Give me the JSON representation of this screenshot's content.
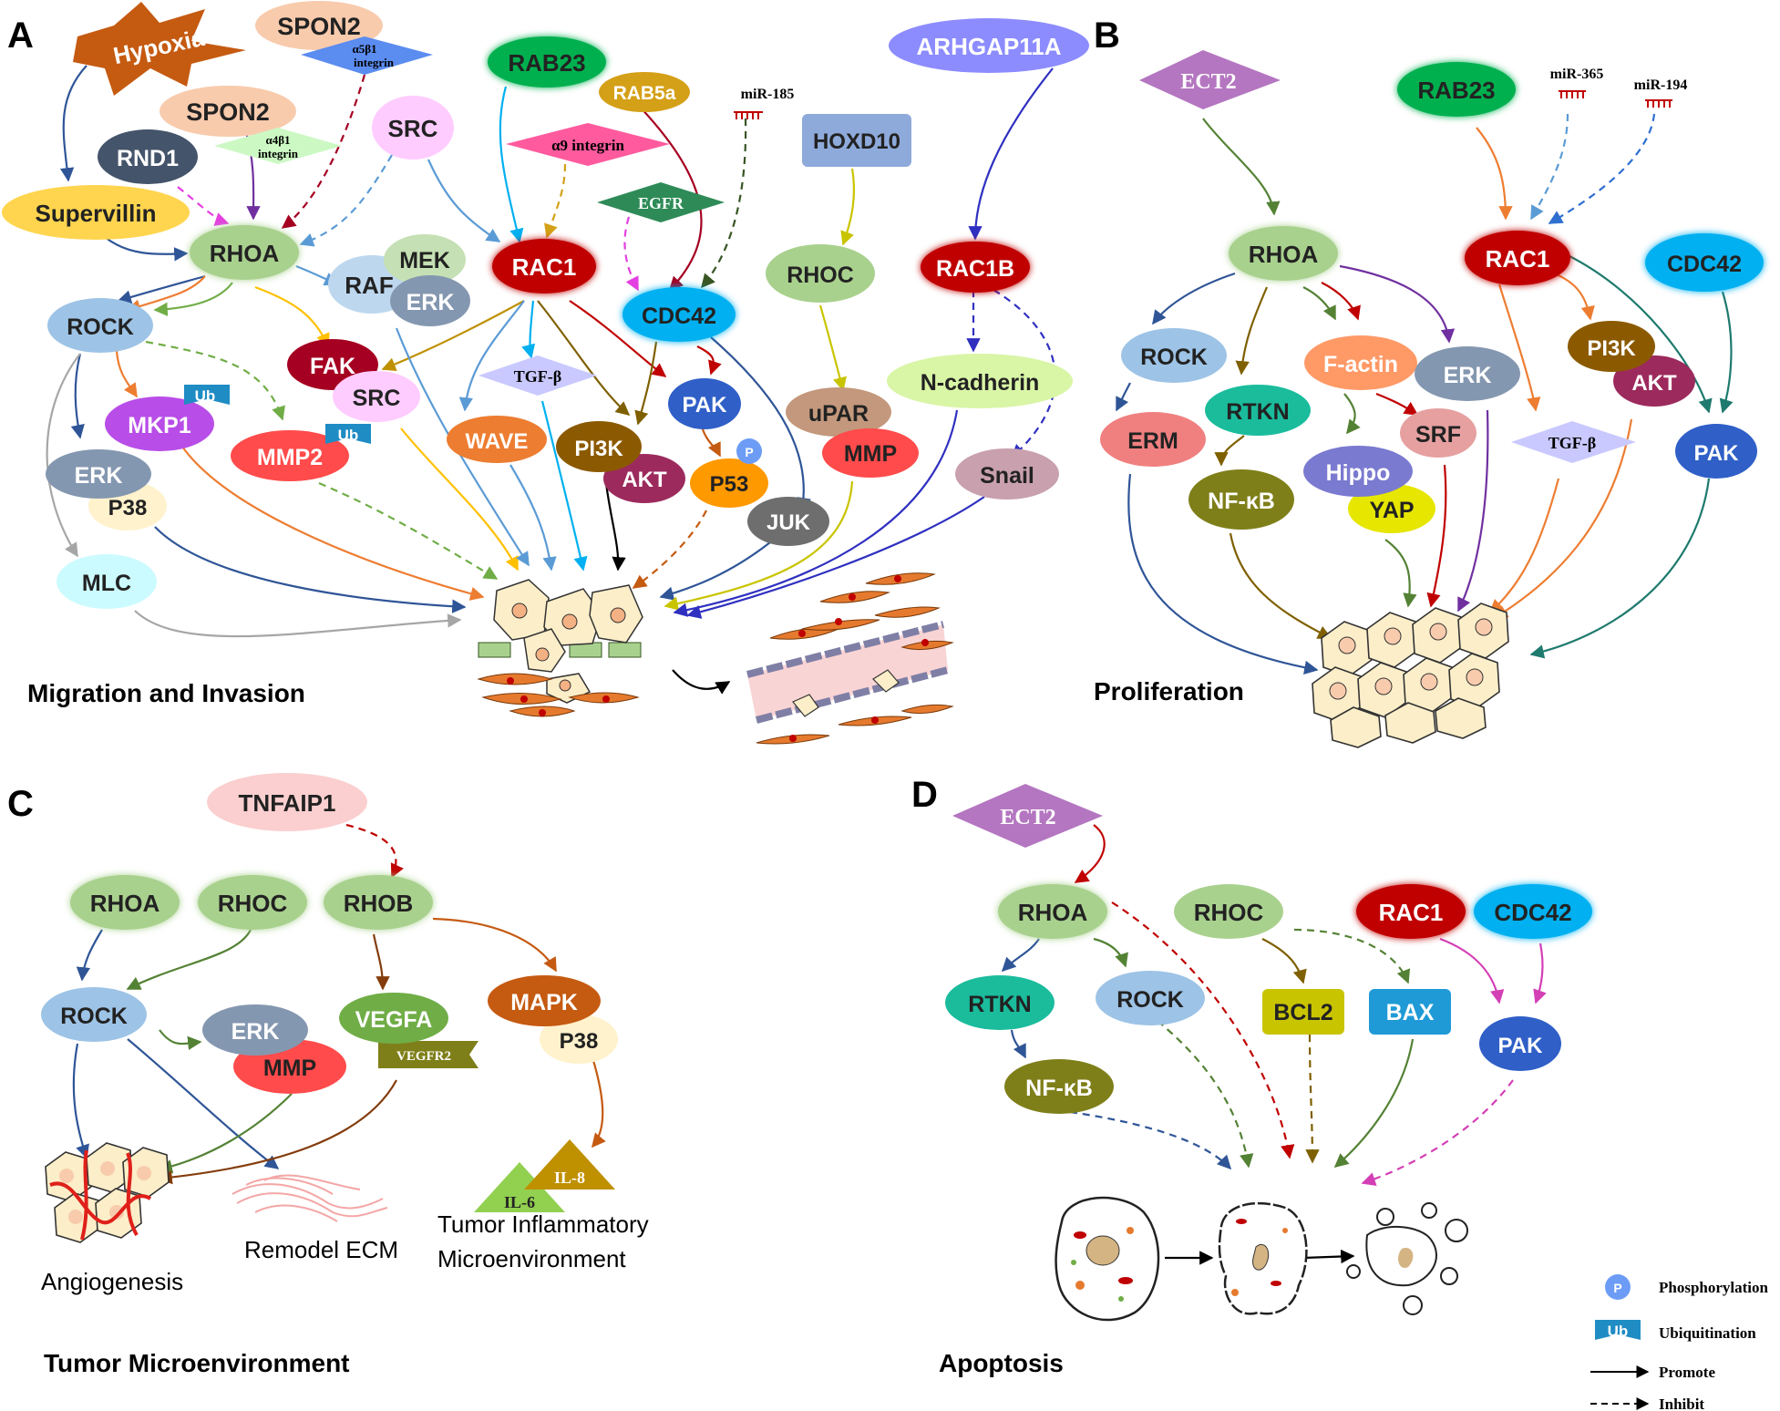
{
  "panels": {
    "A": {
      "letter": "A",
      "caption": "Migration and Invasion"
    },
    "B": {
      "letter": "B",
      "caption": "Proliferation"
    },
    "C": {
      "letter": "C",
      "caption": "Tumor Microenvironment"
    },
    "D": {
      "letter": "D",
      "caption": "Apoptosis"
    }
  },
  "labels": {
    "hypoxia": "Hypoxia",
    "spon2": "SPON2",
    "a5b1": "α5β1",
    "integrin": "integrin",
    "a4b1": "α4β1",
    "rnd1": "RND1",
    "supervillin": "Supervillin",
    "src": "SRC",
    "rhoa": "RHOA",
    "rock": "ROCK",
    "mek": "MEK",
    "raf": "RAF",
    "erk": "ERK",
    "fak": "FAK",
    "mkp1": "MKP1",
    "mmp2": "MMP2",
    "p38": "P38",
    "mlc": "MLC",
    "ub": "Ub",
    "p": "P",
    "rab23": "RAB23",
    "rab5a": "RAB5a",
    "a9integrin": "α9 integrin",
    "mir185": "miR-185",
    "egfr": "EGFR",
    "rac1": "RAC1",
    "cdc42": "CDC42",
    "tgfb": "TGF-β",
    "pak": "PAK",
    "wave": "WAVE",
    "pi3k": "PI3K",
    "akt": "AKT",
    "p53": "P53",
    "juk": "JUK",
    "hoxd10": "HOXD10",
    "rhoc": "RHOC",
    "upar": "uPAR",
    "mmp": "MMP",
    "arhgap11a": "ARHGAP11A",
    "rac1b": "RAC1B",
    "ncadherin": "N-cadherin",
    "snail": "Snail",
    "ect2": "ECT2",
    "mir365": "miR-365",
    "mir194": "miR-194",
    "factin": "F-actin",
    "erm": "ERM",
    "rtkn": "RTKN",
    "nfkb": "NF-κB",
    "srf": "SRF",
    "hippo": "Hippo",
    "yap": "YAP",
    "tnfaip1": "TNFAIP1",
    "rhob": "RHOB",
    "vegfa": "VEGFA",
    "vegfr2": "VEGFR2",
    "mapk": "MAPK",
    "il6": "IL-6",
    "il8": "IL-8",
    "angiogenesis": "Angiogenesis",
    "remodel_ecm": "Remodel ECM",
    "tumor_inflam_1": "Tumor Inflammatory",
    "tumor_inflam_2": "Microenvironment",
    "bcl2": "BCL2",
    "bax": "BAX"
  },
  "legend": {
    "phosphorylation": "Phosphorylation",
    "ubiquitination": "Ubiquitination",
    "promote": "Promote",
    "inhibit": "Inhibit"
  },
  "colors": {
    "rhoa": "#a9d18e",
    "rock": "#9dc3e6",
    "rac1": "#c00000",
    "cdc42": "#00b0f0",
    "erk": "#8497b0",
    "src": "#ffccff",
    "fak": "#a50021",
    "mmp": "#ff4b4b",
    "pi3k": "#8b5a00",
    "akt": "#9c2a5c",
    "pak": "#2f5fc7",
    "ect2": "#b476c0",
    "hypoxia": "#c55a11",
    "spon2": "#f8cbad",
    "supervillin": "#ffd54f",
    "rab23": "#00b050",
    "cell": "#fbeec9"
  }
}
